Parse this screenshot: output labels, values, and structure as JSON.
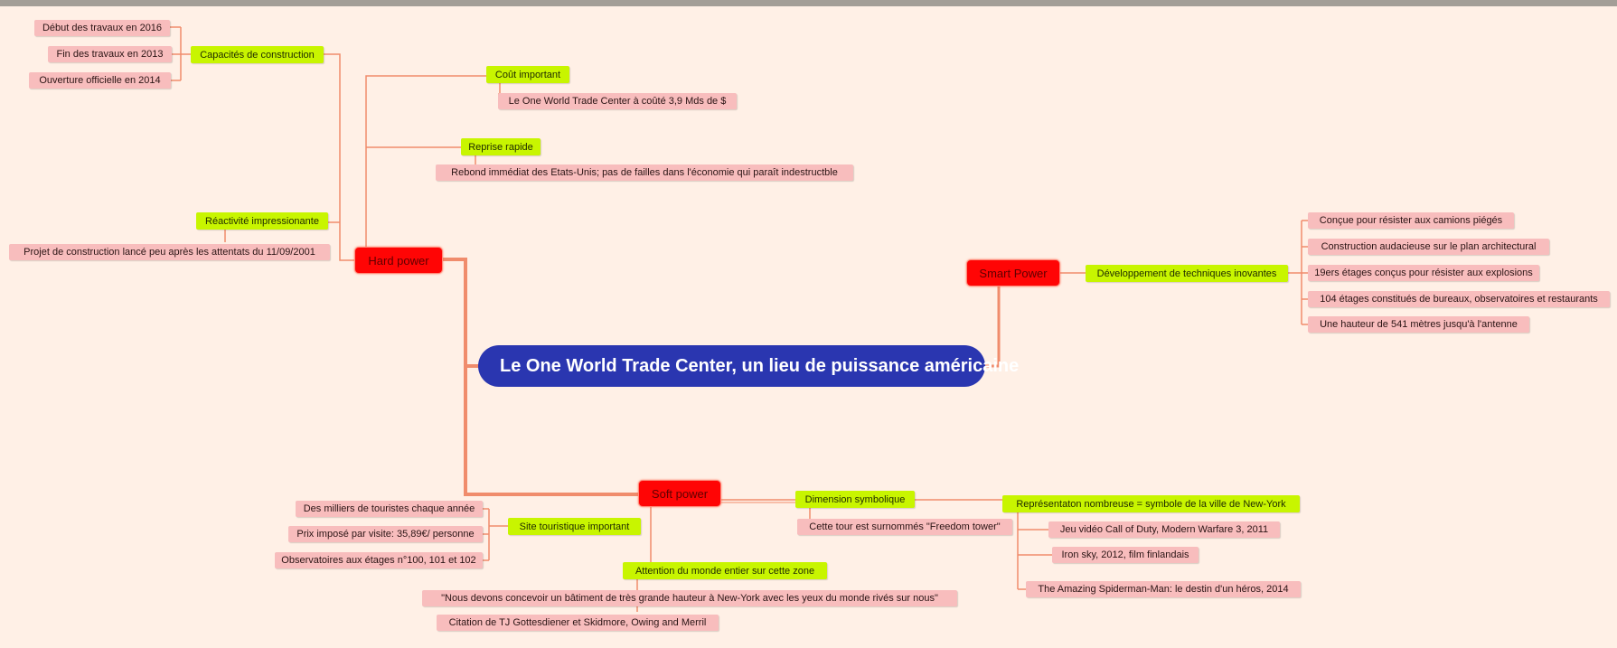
{
  "colors": {
    "background": "#fff0e6",
    "root": "#2a36b0",
    "main_topic": "#ff0505",
    "sub_topic": "#c8f500",
    "leaf": "#f8bdbd",
    "connector": "#f08c6c"
  },
  "root": {
    "label": "Le One World Trade Center, un lieu de puissance américaine"
  },
  "hard_power": {
    "label": "Hard power",
    "capacites": {
      "label": "Capacités de construction",
      "items": [
        "Début des travaux en 2016",
        "Fin des travaux en 2013",
        "Ouverture officielle en 2014"
      ]
    },
    "reactivite": {
      "label": "Réactivité impressionante",
      "items": [
        "Projet de construction lancé peu après les attentats du 11/09/2001"
      ]
    },
    "cout": {
      "label": "Coût important",
      "items": [
        "Le One World Trade Center à coûté 3,9 Mds de $"
      ]
    },
    "reprise": {
      "label": "Reprise rapide",
      "items": [
        "Rebond immédiat des Etats-Unis; pas de failles dans l'économie qui paraît indestructble"
      ]
    }
  },
  "smart_power": {
    "label": "Smart Power",
    "developpement": {
      "label": "Développement de techniques inovantes",
      "items": [
        "Conçue pour résister aux camions piégés",
        "Construction audacieuse sur le plan architectural",
        "19ers étages conçus pour résister aux explosions",
        "104 étages constitués de bureaux, observatoires et restaurants",
        "Une hauteur de 541 mètres jusqu'à l'antenne"
      ]
    }
  },
  "soft_power": {
    "label": "Soft power",
    "site": {
      "label": "Site touristique important",
      "items": [
        "Des milliers de touristes chaque année",
        "Prix imposé par visite: 35,89€/ personne",
        "Observatoires aux étages n°100, 101 et 102"
      ]
    },
    "dimension": {
      "label": "Dimension symbolique",
      "items": [
        "Cette tour est surnommés \"Freedom tower\""
      ]
    },
    "representation": {
      "label": "Représentaton nombreuse = symbole de la ville de New-York",
      "items": [
        "Jeu vidéo Call of Duty, Modern Warfare 3, 2011",
        "Iron sky, 2012, film finlandais",
        "The Amazing Spiderman-Man: le destin d'un héros, 2014"
      ]
    },
    "attention": {
      "label": "Attention du monde entier sur cette zone",
      "items": [
        "\"Nous devons concevoir un bâtiment de très grande hauteur à New-York avec les yeux du monde rivés sur nous\"",
        "Citation de TJ Gottesdiener et Skidmore, Owing and Merril"
      ]
    }
  }
}
